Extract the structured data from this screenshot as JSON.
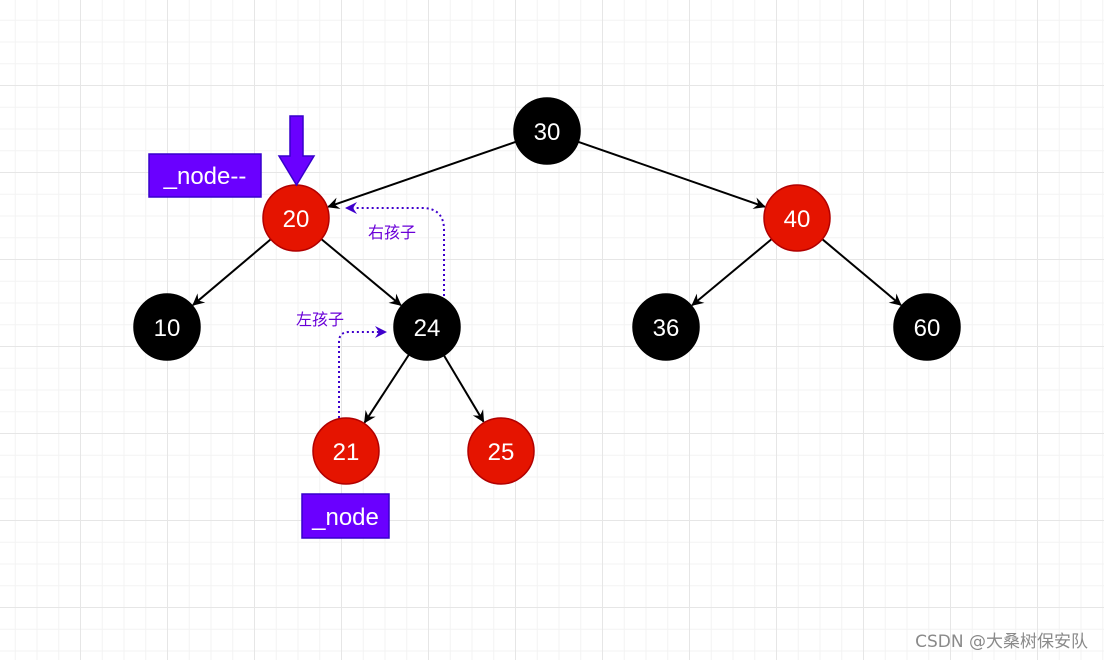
{
  "tree": {
    "nodes": [
      {
        "id": "n30",
        "label": "30",
        "color": "black"
      },
      {
        "id": "n20",
        "label": "20",
        "color": "red"
      },
      {
        "id": "n40",
        "label": "40",
        "color": "red"
      },
      {
        "id": "n10",
        "label": "10",
        "color": "black"
      },
      {
        "id": "n24",
        "label": "24",
        "color": "black"
      },
      {
        "id": "n36",
        "label": "36",
        "color": "black"
      },
      {
        "id": "n60",
        "label": "60",
        "color": "black"
      },
      {
        "id": "n21",
        "label": "21",
        "color": "red"
      },
      {
        "id": "n25",
        "label": "25",
        "color": "red"
      }
    ],
    "edges": [
      {
        "from": "n30",
        "to": "n20"
      },
      {
        "from": "n30",
        "to": "n40"
      },
      {
        "from": "n20",
        "to": "n10"
      },
      {
        "from": "n20",
        "to": "n24"
      },
      {
        "from": "n40",
        "to": "n36"
      },
      {
        "from": "n40",
        "to": "n60"
      },
      {
        "from": "n24",
        "to": "n21"
      },
      {
        "from": "n24",
        "to": "n25"
      }
    ]
  },
  "annotations": {
    "right_child_label": "右孩子",
    "left_child_label": "左孩子",
    "node_minus_label": "_node--",
    "node_label": "_node"
  },
  "colors": {
    "red_node": "#e51400",
    "red_stroke": "#b20000",
    "black_node": "#000000",
    "purple": "#6a00ff",
    "purple_stroke": "#3700cc",
    "dotted_arrow": "#3f00cc",
    "label_text": "#6a00d8"
  },
  "watermark": "CSDN @大桑树保安队"
}
